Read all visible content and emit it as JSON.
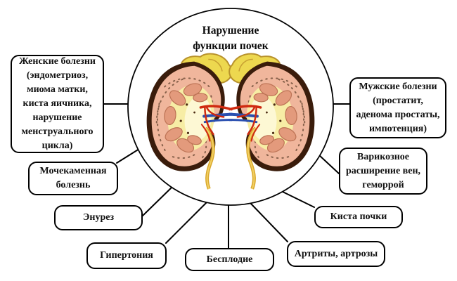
{
  "center": {
    "title": "Нарушение\nфункции почек",
    "illustration": "kidneys-cross-section"
  },
  "nodes": {
    "female": {
      "label": "Женские болезни\n(эндометриоз,\nмиома матки,\nкиста яичника,\nнарушение\nменструального\nцикла)"
    },
    "urolithiasis": {
      "label": "Мочекаменная\nболезнь"
    },
    "enuresis": {
      "label": "Энурез"
    },
    "hypertension": {
      "label": "Гипертония"
    },
    "infertility": {
      "label": "Бесплодие"
    },
    "arthritis": {
      "label": "Артриты, артрозы"
    },
    "kidney_cyst": {
      "label": "Киста почки"
    },
    "varicose": {
      "label": "Варикозное\nрасширение вен,\nгеморрой"
    },
    "male": {
      "label": "Мужские болезни\n(простатит,\nаденома простаты,\nимпотенция)"
    }
  },
  "colors": {
    "outline": "#000000",
    "text": "#121212",
    "background": "#ffffff",
    "kidney_rim": "#3a1c0b",
    "kidney_cortex": "#f0b69c",
    "kidney_sinus": "#f7eda5",
    "kidney_sinus_bright": "#fdf8d4",
    "adrenal": "#edd84f",
    "artery": "#cf2a10",
    "vein": "#2a4fb0",
    "ureter": "#d9a82e"
  }
}
